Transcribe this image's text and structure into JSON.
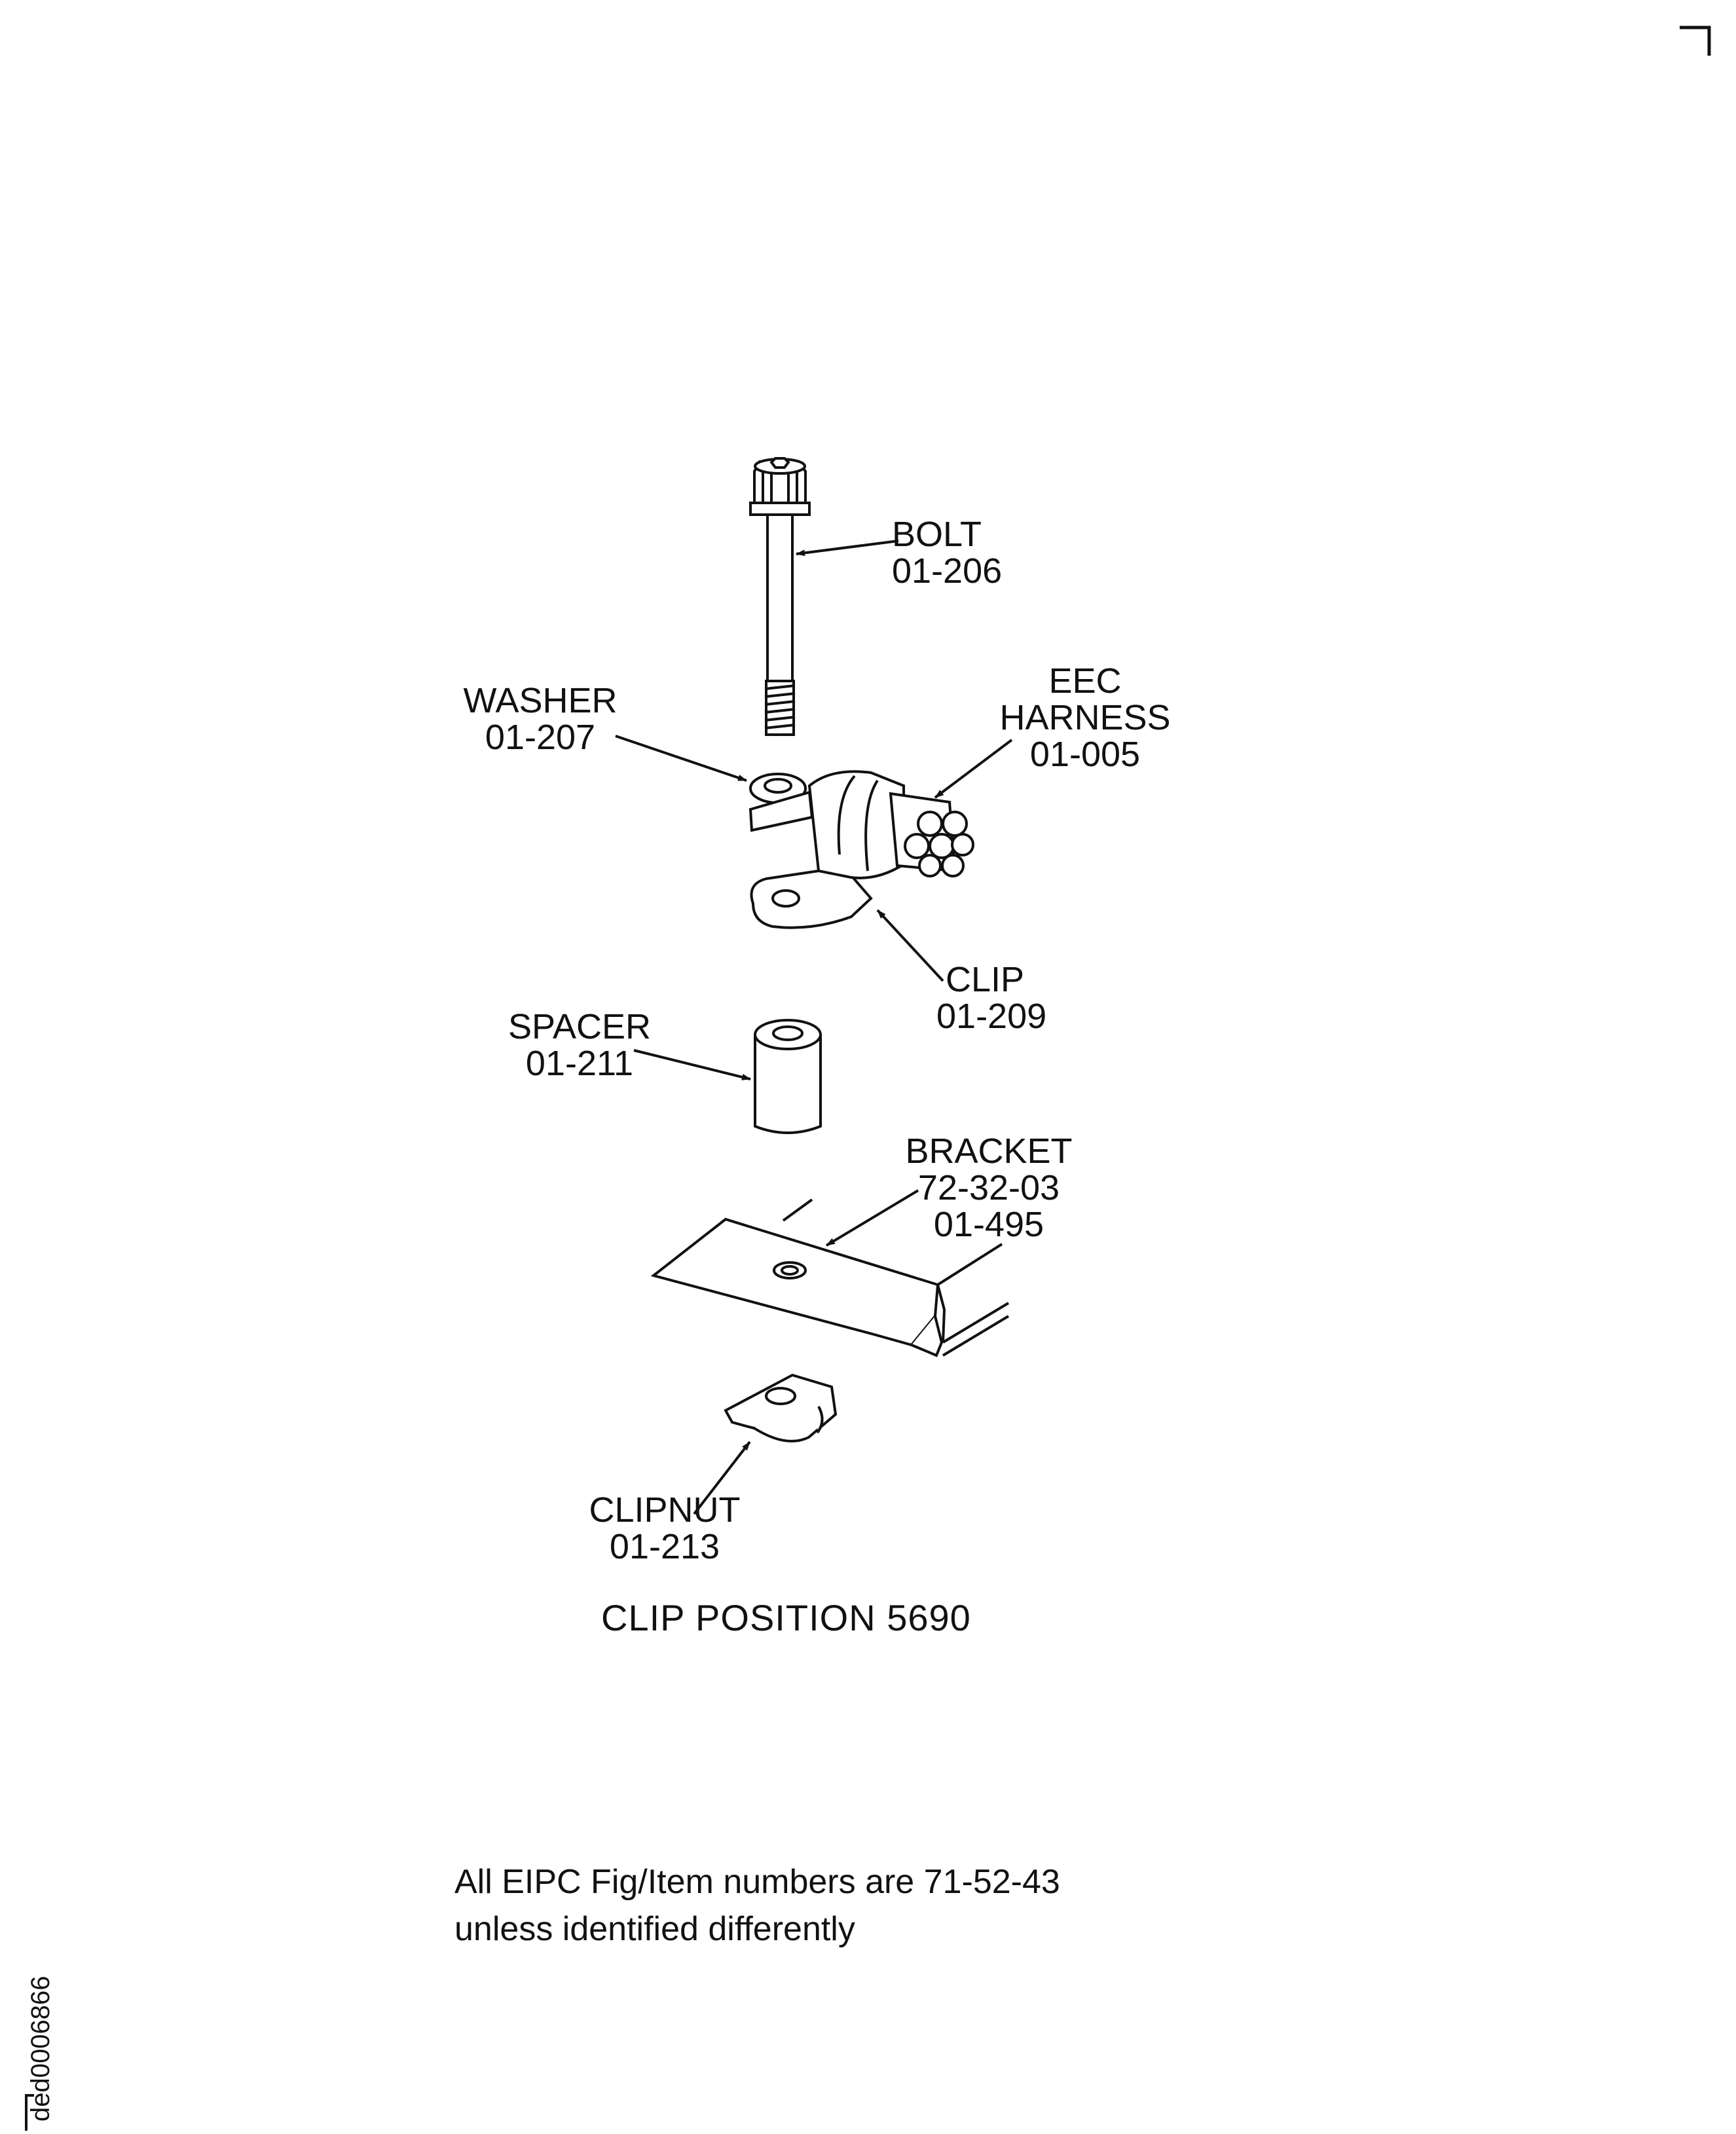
{
  "labels": {
    "bolt": {
      "name": "BOLT",
      "number": "01-206"
    },
    "washer": {
      "name": "WASHER",
      "number": "01-207"
    },
    "eec_harness": {
      "line1": "EEC",
      "line2": "HARNESS",
      "number": "01-005"
    },
    "clip": {
      "name": "CLIP",
      "number": "01-209"
    },
    "spacer": {
      "name": "SPACER",
      "number": "01-211"
    },
    "bracket": {
      "name": "BRACKET",
      "ref": "72-32-03",
      "number": "01-495"
    },
    "clipnut": {
      "name": "CLIPNUT",
      "number": "01-213"
    }
  },
  "caption": "CLIP POSITION 5690",
  "note": {
    "line1": "All EIPC Fig/Item numbers are 71-52-43",
    "line2": "unless identified differently"
  },
  "doc_id": "ded0006866"
}
